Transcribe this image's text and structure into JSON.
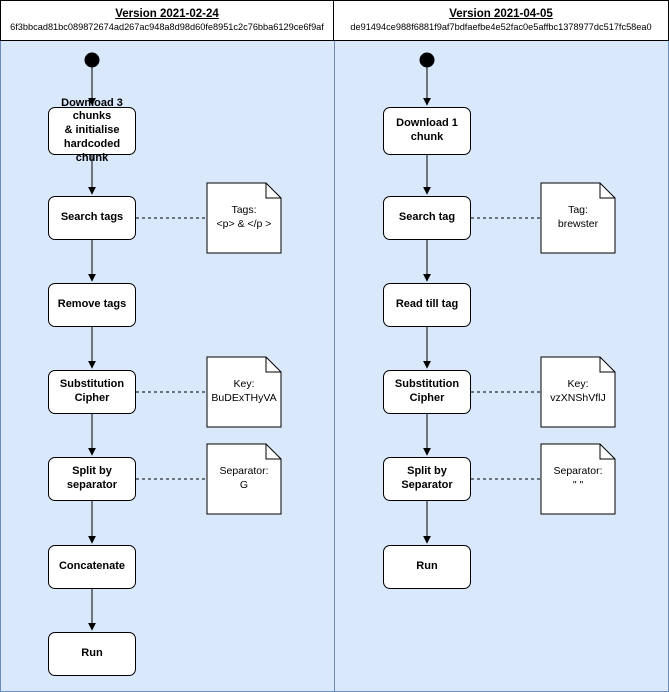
{
  "header": {
    "left": {
      "title": "Version 2021-02-24",
      "hash": "6f3bbcad81bc089872674ad267ac948a8d98d60fe8951c2c76bba6129ce6f9af"
    },
    "right": {
      "title": "Version 2021-04-05",
      "hash": "de91494ce988f6881f9af7bdfaefbe4e52fac0e5affbc1378977dc517fc58ea0"
    }
  },
  "left": {
    "nodes": {
      "download": "Download 3 chunks\n& initialise\nhardcoded chunk",
      "search": "Search tags",
      "remove": "Remove tags",
      "cipher": "Substitution Cipher",
      "split": "Split by separator",
      "concat": "Concatenate",
      "run": "Run"
    },
    "notes": {
      "tags": "Tags:\n<p> & </p >",
      "key": "Key:\nBuDExTHyVA",
      "separator": "Separator:\nG"
    }
  },
  "right": {
    "nodes": {
      "download": "Download 1 chunk",
      "search": "Search tag",
      "read": "Read till tag",
      "cipher": "Substitution Cipher",
      "split": "Split by Separator",
      "run": "Run"
    },
    "notes": {
      "tag": "Tag:\nbrewster",
      "key": "Key:\nvzXNShVflJ",
      "separator": "Separator:\n\" \""
    }
  },
  "colors": {
    "lane_background": "#dae8fc",
    "lane_border": "#6c8ebf",
    "header_background": "#ffffff",
    "shape_fill": "#ffffff",
    "line": "#000000"
  }
}
